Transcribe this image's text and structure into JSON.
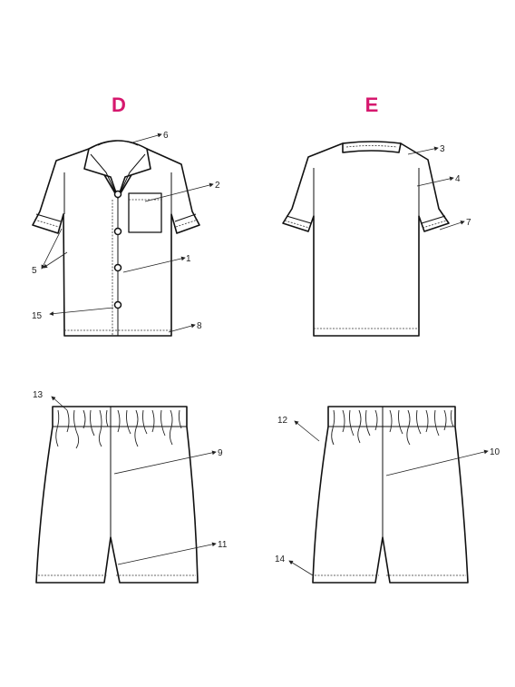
{
  "views": {
    "front": {
      "letter": "D"
    },
    "back": {
      "letter": "E"
    }
  },
  "colors": {
    "view_letter": "#d6186e",
    "line": "#111111"
  },
  "callouts": {
    "c1": "1",
    "c2": "2",
    "c3": "3",
    "c4": "4",
    "c5": "5",
    "c6": "6",
    "c7": "7",
    "c8": "8",
    "c9": "9",
    "c10": "10",
    "c11": "11",
    "c12": "12",
    "c13": "13",
    "c14": "14",
    "c15": "15"
  }
}
